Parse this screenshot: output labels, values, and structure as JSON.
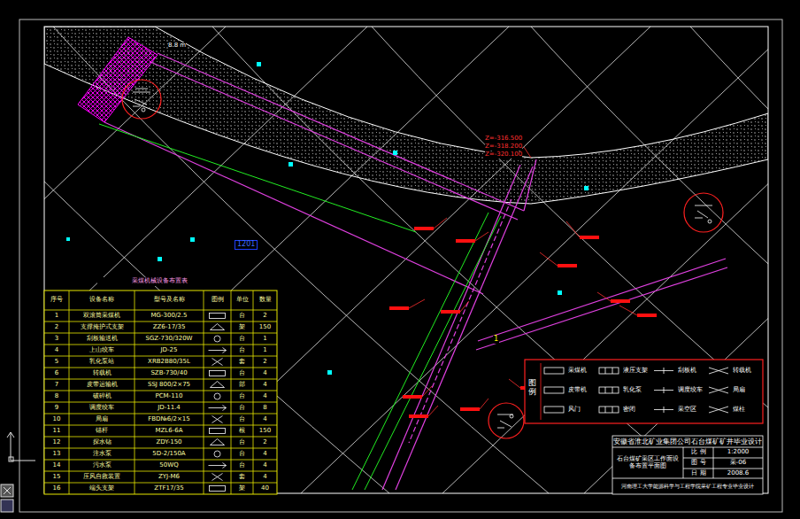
{
  "diagram": {
    "nodes": [
      {
        "text": [
          "图例"
        ]
      },
      {
        "text": [
          "安徽省淮北矿业集团公司石台煤矿矿井毕业设计",
          "石台煤矿采区工作面设备布置平面图",
          "比 例",
          "1:2000",
          "图 号",
          "采-06",
          "日 期",
          "2008.6",
          "河南理工大学能源科学与工程学院采矿工程专业毕业设计"
        ]
      }
    ],
    "labels": [
      "8.8 m",
      "Z=-316.500",
      "Z=-318.200",
      "Z=-320.100",
      "1201",
      "1",
      "采煤机械设备布置表",
      "序号",
      "设备名称",
      "型号及名称",
      "图例",
      "单位",
      "数量",
      "1",
      "双滚筒采煤机",
      "MG-300/2.5",
      "台",
      "2",
      "2",
      "支撑掩护式支架",
      "ZZ6-17/35",
      "架",
      "150",
      "3",
      "刮板输送机",
      "SGZ-730/320W",
      "台",
      "1",
      "4",
      "上山绞车",
      "JD-25",
      "台",
      "1",
      "5",
      "乳化泵站",
      "XRB2B80/35L",
      "套",
      "2",
      "6",
      "转载机",
      "SZB-730/40",
      "台",
      "4",
      "7",
      "皮带运输机",
      "SSJ 800/2×75",
      "部",
      "4",
      "8",
      "破碎机",
      "PCM-110",
      "台",
      "4",
      "9",
      "调度绞车",
      "JD-11.4",
      "台",
      "8",
      "10",
      "局扇",
      "FBD№6/2×15",
      "台",
      "4",
      "11",
      "锚杆",
      "MZL6-6A",
      "根",
      "150",
      "12",
      "探水钻",
      "ZDY-150",
      "台",
      "2",
      "13",
      "注水泵",
      "5D-2/150A",
      "台",
      "4",
      "14",
      "污水泵",
      "50WQ",
      "台",
      "4",
      "15",
      "压风自救装置",
      "ZYJ-M6",
      "套",
      "4",
      "16",
      "端头支架",
      "ZTF17/35",
      "架",
      "40"
    ],
    "legend": [
      {
        "text": "采煤机"
      },
      {
        "text": "液压支架"
      },
      {
        "text": "刮板机"
      },
      {
        "text": "转载机"
      },
      {
        "text": "皮带机"
      },
      {
        "text": "乳化泵"
      },
      {
        "text": "调度绞车"
      },
      {
        "text": "局扇"
      },
      {
        "text": "风门"
      },
      {
        "text": "密闭"
      },
      {
        "text": "采空区"
      },
      {
        "text": "煤柱"
      }
    ]
  }
}
